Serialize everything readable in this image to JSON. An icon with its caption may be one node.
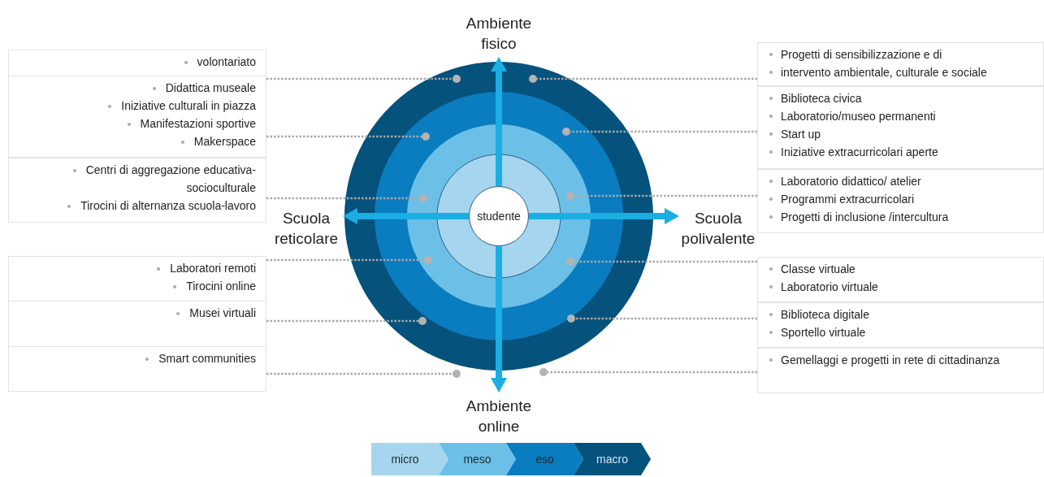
{
  "diagram": {
    "nodes": [
      {
        "text": [
          "Ambiente fisico"
        ]
      },
      {
        "text": [
          "volontariato"
        ]
      },
      {
        "text": [
          "Progetti di sensibilizzazione e di",
          "intervento ambientale, culturale e sociale"
        ]
      },
      {
        "text": [
          "Didattica museale",
          "Iniziative culturali in piazza",
          "Manifestazioni sportive",
          "Makerspace"
        ]
      },
      {
        "text": [
          "Biblioteca civica",
          "Laboratorio/museo permanenti",
          "Start up",
          "Iniziative extracurricolari aperte"
        ]
      },
      {
        "text": [
          "Centri di aggregazione educativa-socioculturale",
          "Tirocini di alternanza scuola-lavoro"
        ]
      },
      {
        "text": [
          "Laboratorio didattico/ atelier",
          "Programmi extracurricolari",
          "Progetti di inclusione /intercultura"
        ]
      },
      {
        "text": [
          "Scuola reticolare"
        ]
      },
      {
        "text": [
          "studente"
        ]
      },
      {
        "text": [
          "Scuola polivalente"
        ]
      },
      {
        "text": [
          "Laboratori remoti",
          "Tirocini online"
        ]
      },
      {
        "text": [
          "Classe virtuale",
          "Laboratorio virtuale"
        ]
      },
      {
        "text": [
          "Musei virtuali"
        ]
      },
      {
        "text": [
          "Biblioteca digitale",
          "Sportello virtuale"
        ]
      },
      {
        "text": [
          "Smart communities"
        ]
      },
      {
        "text": [
          "Gemellaggi e progetti in rete di cittadinanza"
        ]
      },
      {
        "text": [
          "Ambiente online"
        ]
      },
      {
        "text": [],
        "shape": "circle"
      },
      {
        "text": [],
        "shape": "circle"
      },
      {
        "text": [],
        "shape": "circle"
      },
      {
        "text": [],
        "shape": "circle"
      },
      {
        "text": [],
        "shape": "circle"
      },
      {
        "text": [],
        "shape": "circle"
      },
      {
        "text": [],
        "shape": "circle"
      },
      {
        "text": [],
        "shape": "circle"
      },
      {
        "text": [],
        "shape": "circle"
      },
      {
        "text": [],
        "shape": "circle"
      },
      {
        "text": [],
        "shape": "circle"
      },
      {
        "text": [],
        "shape": "circle"
      }
    ],
    "edges": [
      {
        "from": 8,
        "to": 0,
        "arrow": "to",
        "style": "thick",
        "color": "#1aaee3"
      },
      {
        "from": 8,
        "to": 9,
        "arrow": "to",
        "style": "thick",
        "color": "#1aaee3"
      },
      {
        "from": 8,
        "to": 16,
        "arrow": "to",
        "style": "thick",
        "color": "#1aaee3"
      },
      {
        "from": 8,
        "to": 7,
        "arrow": "to",
        "style": "thick",
        "color": "#1aaee3"
      },
      {
        "from": 1,
        "to": 17,
        "arrow": "none",
        "style": "dashed"
      },
      {
        "from": 3,
        "to": 18,
        "arrow": "none",
        "style": "dashed"
      },
      {
        "from": 5,
        "to": 19,
        "arrow": "none",
        "style": "dashed"
      },
      {
        "from": 10,
        "to": 20,
        "arrow": "none",
        "style": "dashed"
      },
      {
        "from": 12,
        "to": 21,
        "arrow": "none",
        "style": "dashed"
      },
      {
        "from": 14,
        "to": 22,
        "arrow": "none",
        "style": "dashed"
      },
      {
        "from": 2,
        "to": 23,
        "arrow": "none",
        "style": "dashed"
      },
      {
        "from": 4,
        "to": 24,
        "arrow": "none",
        "style": "dashed"
      },
      {
        "from": 6,
        "to": 25,
        "arrow": "none",
        "style": "dashed"
      },
      {
        "from": 11,
        "to": 26,
        "arrow": "none",
        "style": "dashed"
      },
      {
        "from": 13,
        "to": 27,
        "arrow": "none",
        "style": "dashed"
      },
      {
        "from": 15,
        "to": 28,
        "arrow": "none",
        "style": "dashed"
      }
    ],
    "legend": [
      {
        "text": "micro",
        "color": "#a6d6ef"
      },
      {
        "text": "meso",
        "color": "#6cc0e7"
      },
      {
        "text": "eso",
        "color": "#0a7cc0"
      },
      {
        "text": "macro",
        "color": "#05527c"
      }
    ]
  }
}
